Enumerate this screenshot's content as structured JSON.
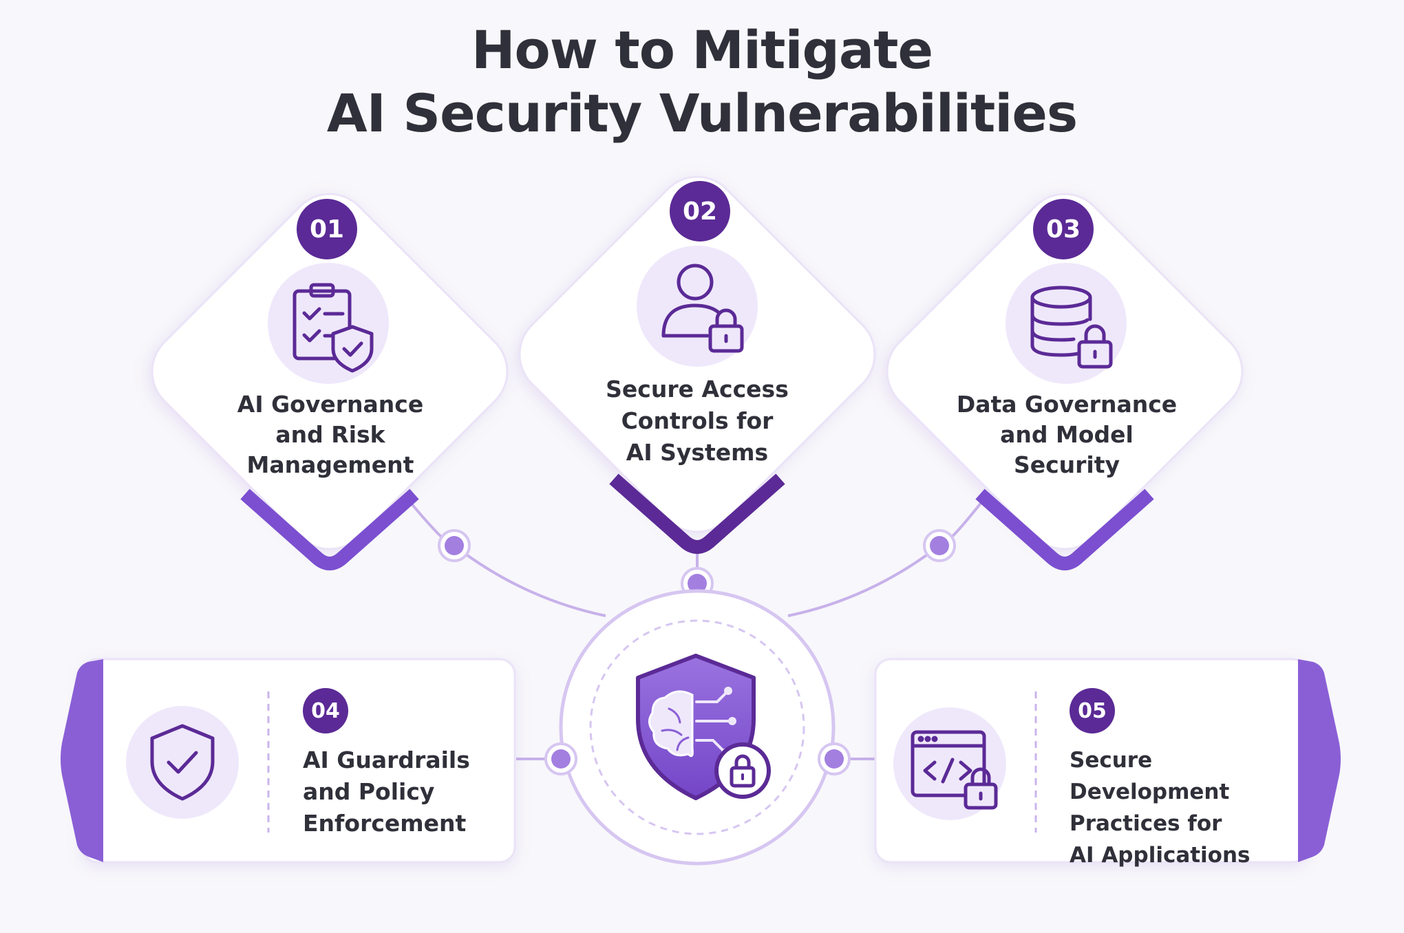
{
  "title": {
    "line1": "How to Mitigate",
    "line2": "AI Security Vulnerabilities"
  },
  "colors": {
    "primary": "#7b4fd0",
    "dark": "#5b2a96",
    "light": "#efe8fb",
    "line": "#c7b1ea",
    "text": "#30303a"
  },
  "steps": [
    {
      "number": "01",
      "label_lines": [
        "AI Governance",
        "and Risk",
        "Management"
      ],
      "icon": "clipboard-shield-icon"
    },
    {
      "number": "02",
      "label_lines": [
        "Secure Access",
        "Controls for",
        "AI Systems"
      ],
      "icon": "user-lock-icon"
    },
    {
      "number": "03",
      "label_lines": [
        "Data Governance",
        "and Model",
        "Security"
      ],
      "icon": "database-lock-icon"
    },
    {
      "number": "04",
      "label_lines": [
        "AI Guardrails",
        "and Policy",
        "Enforcement"
      ],
      "icon": "shield-check-icon"
    },
    {
      "number": "05",
      "label_lines": [
        "Secure Development",
        "Practices for",
        "AI Applications"
      ],
      "icon": "code-window-lock-icon"
    }
  ],
  "hub": {
    "icon": "brain-shield-lock-icon"
  }
}
